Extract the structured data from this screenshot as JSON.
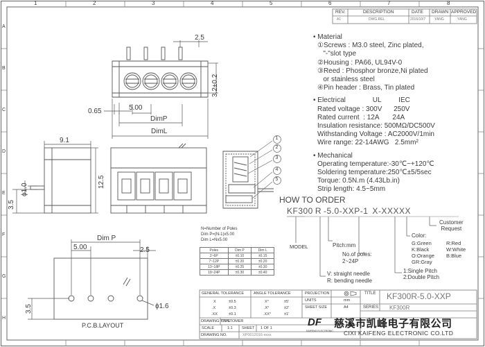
{
  "frame": {
    "col_numbers": [
      "1",
      "2",
      "3",
      "4",
      "5",
      "6",
      "7",
      "8"
    ],
    "row_letters": [
      "A",
      "B",
      "C",
      "D",
      "E",
      "F",
      "G",
      "H"
    ]
  },
  "revision_table": {
    "headers": [
      "REV.",
      "DESCRIPTION",
      "DATE",
      "DRAWN",
      "APPROVED"
    ],
    "row": [
      "A1",
      "DWG.REL",
      "2016/10/7",
      "YANG",
      "YANG"
    ]
  },
  "dimensions": {
    "pitch_top": "2.5",
    "height_pin": "3.2±0.2",
    "offset": "0.65",
    "pitch": "5.00",
    "dim_p": "DimP",
    "dim_l": "DimL",
    "depth": "9.1",
    "body_height": "12.5",
    "pin_dia": "ϕ1.0",
    "pin_len": "3.5"
  },
  "balloons": [
    "1",
    "2",
    "3",
    "4",
    "5"
  ],
  "specs": {
    "material_title": "• Material",
    "material_lines": [
      "①Screws : M3.0 steel, Zinc plated,",
      "   \"-\"slot type",
      "②Housing : PA66, UL94V-0",
      "③Reed : Phosphor bronze,Ni plated",
      "   or stainless steel",
      "④Pin header : Brass, Tin plated"
    ],
    "electrical_title": "• Electrical              UL         IEC",
    "electrical_lines": [
      "Rated voltage : 300V      250V",
      "Rated current  : 12A       24A",
      "Insulation resistance: 500MΩ/DC500V",
      "Withstanding Voltage : AC2000V/1min",
      "Wire range: 22-14AWG   2.5mm²"
    ],
    "mechanical_title": "• Mechanical",
    "mechanical_lines": [
      "Operating temperature:-30℃~+120℃",
      "Soldering temperature:250℃±5/5sec",
      "Torque: 0.5N.m (4.43Lb.in)",
      "Strip length: 4.5~5mm"
    ]
  },
  "order": {
    "title": "HOW TO ORDER",
    "code": [
      "KF300",
      "R",
      "-5.0-",
      "XXP",
      "-",
      "1",
      "X",
      "-XXXXX"
    ],
    "customer_request": "Customer\nRequest",
    "color_title": "Color:",
    "colors": [
      "G:Green",
      "R:Red",
      "K:Black",
      "W:White",
      "O:Orange",
      "B:Blue",
      "GR:Gray"
    ],
    "pitch_options": [
      "1:Single Pitch",
      "2:Double Pitch"
    ],
    "model": "MODEL",
    "pitch_label": "Pitch:mm",
    "poles_label": "No.of poles:",
    "poles_range": "2~24P",
    "pin_options": [
      "V: straight needle",
      "R: bending needle"
    ]
  },
  "poles_note": [
    "N=Number of Poles",
    "Dim  P=(N-1)x5.00",
    "Dim  L=Nx5.00"
  ],
  "tolerance_table": {
    "headers": [
      "Poles",
      "Dim P",
      "Dim L"
    ],
    "rows": [
      [
        "2~6P",
        "±0.10",
        "±0.15"
      ],
      [
        "7~12P",
        "±0.20",
        "±0.20"
      ],
      [
        "13~18P",
        "±0.25",
        "±0.30"
      ],
      [
        "19~24P",
        "±0.30",
        "±0.40"
      ]
    ]
  },
  "pcb": {
    "dim_p": "Dim  P",
    "pitch": "5.00",
    "half": "2.5",
    "edge": "3.5",
    "hole": "ϕ1.6",
    "caption": "P.C.B.LAYOUT"
  },
  "title_block": {
    "general_tolerance": "GENERAL TOLERANCE",
    "angle_tolerance": "ANGLE TOLERANCE",
    "tol_rows": [
      [
        "X",
        "±0.5",
        "X°",
        "±5'"
      ],
      [
        ".X",
        "±0.3",
        ".X°",
        "±2'"
      ],
      [
        ".XX",
        "±0.1",
        ".XX°",
        "±1'"
      ]
    ],
    "projection": "PROJECTION",
    "units": "UNITS",
    "units_val": "mm",
    "sheet_size": "SHEET SIZE",
    "sheet_size_val": "A4",
    "title_label": "TITLE",
    "title_val": "KF300R-5.0-XXP",
    "series_label": "SERIES",
    "series_val": "KF300R",
    "drawing_type": "DRAWING TYPE",
    "customer": "CUSTOMER",
    "scale": "SCALE",
    "scale_val": "1:1",
    "sheet": "SHEET",
    "sheet_val": "1  OF  1",
    "drawing_no": "DRAWING NO.",
    "drawing_no_val": "XP0012016-xxxx",
    "logo_text": "DF",
    "logo_sub": "KAIFENG ELECTRONIC",
    "company_cn": "慈溪市凯峰电子有限公司",
    "company_en": "CIXI KAIFENG ELECTRONIC CO.LTD"
  }
}
